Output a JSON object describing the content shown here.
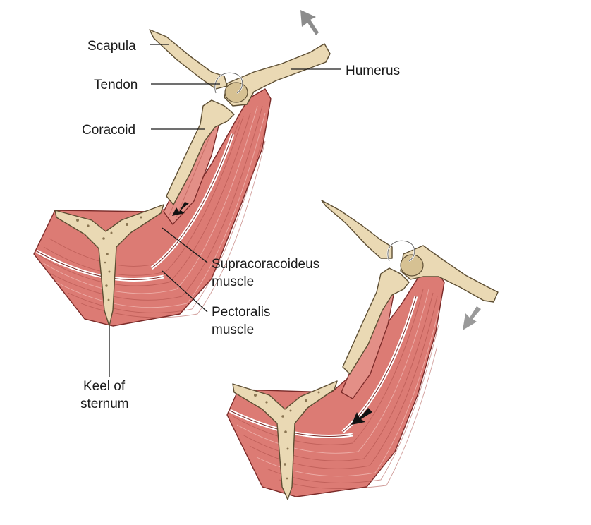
{
  "labels": {
    "scapula": "Scapula",
    "tendon": "Tendon",
    "coracoid": "Coracoid",
    "humerus": "Humerus",
    "supracoracoideus_1": "Supracoracoideus",
    "supracoracoideus_2": "muscle",
    "pectoralis_1": "Pectoralis",
    "pectoralis_2": "muscle",
    "keel_1": "Keel of",
    "keel_2": "sternum"
  },
  "colors": {
    "bone": "#ead9b4",
    "muscle": "#dc7b74",
    "upstroke_arrow": "#8c8c8c",
    "downstroke_arrow": "#9a9a9a",
    "muscle_arrow": "#111111"
  }
}
